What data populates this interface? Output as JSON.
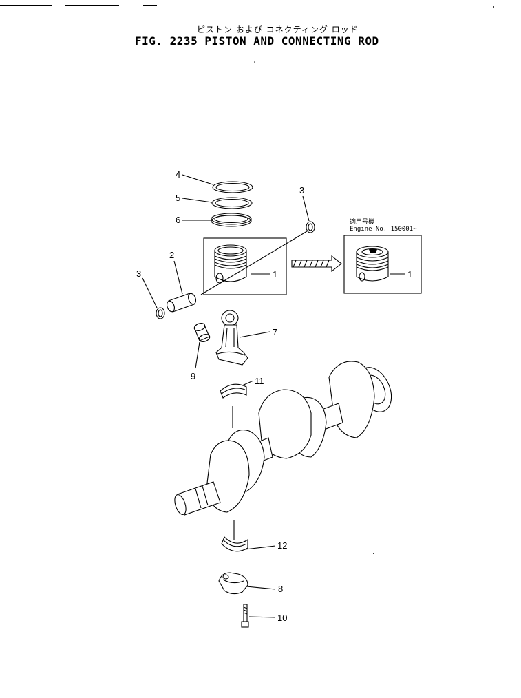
{
  "header": {
    "title_jp": "ピストン および コネクティング ロッド",
    "title_en": "FIG. 2235  PISTON AND CONNECTING ROD"
  },
  "inset": {
    "note_line1": "適用号機",
    "note_line2": "Engine No. 150001~"
  },
  "callouts": {
    "piston": "1",
    "piston_inset": "1",
    "piston_pin": "2",
    "snap_ring_right": "3",
    "snap_ring_left": "3",
    "ring_top": "4",
    "ring_second": "5",
    "ring_oil": "6",
    "connecting_rod": "7",
    "rod_cap": "8",
    "bushing": "9",
    "bolt": "10",
    "bearing_upper": "11",
    "bearing_lower": "12"
  }
}
